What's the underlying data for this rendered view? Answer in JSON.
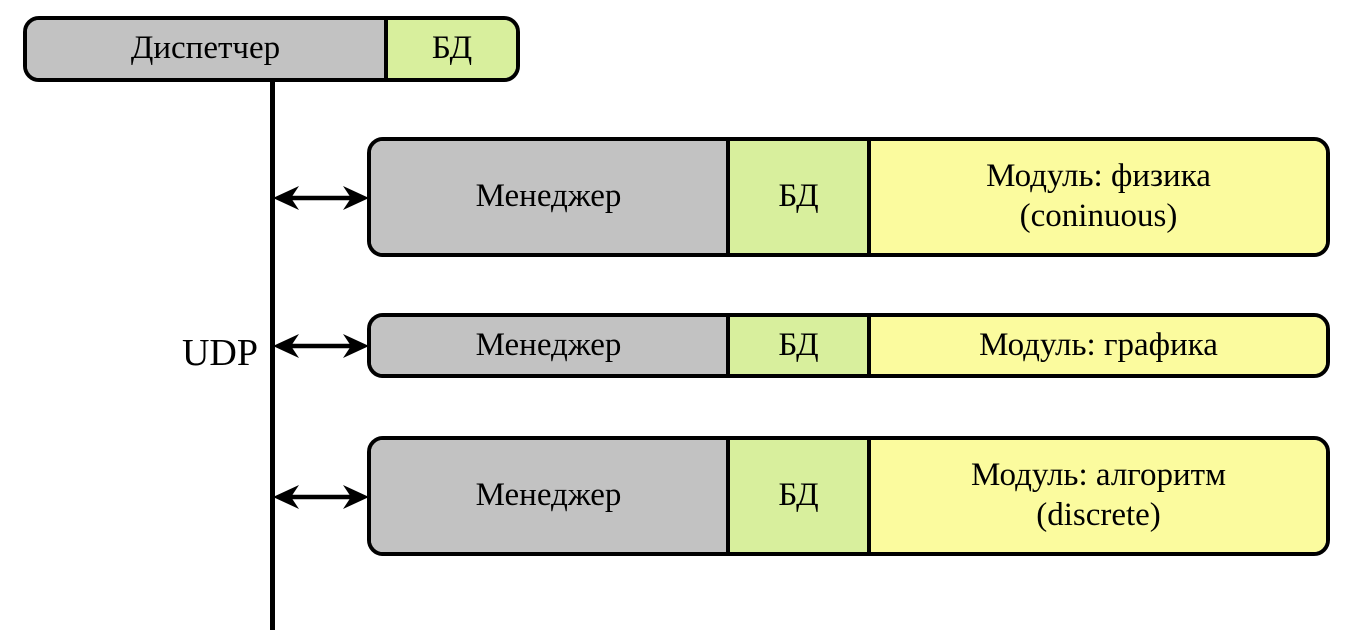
{
  "diagram": {
    "dispatcher": {
      "label": "Диспетчер",
      "db_label": "БД"
    },
    "bus": {
      "protocol_label": "UDP"
    },
    "managers": [
      {
        "label": "Менеджер",
        "db_label": "БД",
        "module_line1": "Модуль: физика",
        "module_line2": "(coninuous)"
      },
      {
        "label": "Менеджер",
        "db_label": "БД",
        "module_line1": "Модуль: графика",
        "module_line2": ""
      },
      {
        "label": "Менеджер",
        "db_label": "БД",
        "module_line1": "Модуль: алгоритм",
        "module_line2": "(discrete)"
      }
    ]
  },
  "colors": {
    "box-gray": "#c2c2c2",
    "box-green": "#d8ef9d",
    "box-yellow": "#fbfb9e",
    "stroke": "#000000",
    "background": "#ffffff"
  }
}
